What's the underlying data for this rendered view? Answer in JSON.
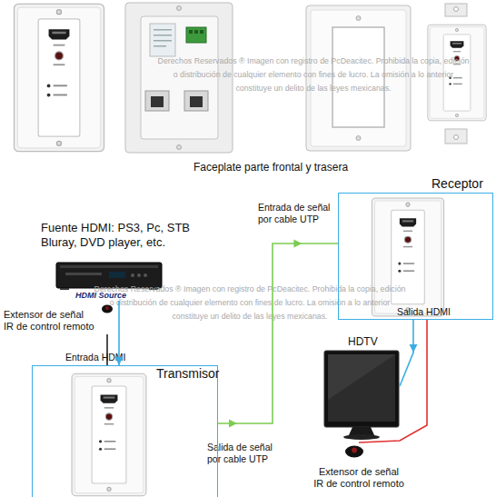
{
  "diagram": {
    "caption": "Faceplate parte frontal y trasera",
    "nodes": [
      {
        "text": [
          "Fuente HDMI: PS3, Pc, STB Bluray, DVD player, etc.",
          "HDMI Source"
        ]
      },
      {
        "text": [
          "Extensor de señal IR de control remoto"
        ]
      },
      {
        "text": [
          "Transmisor"
        ]
      },
      {
        "text": [
          "Receptor"
        ]
      },
      {
        "text": [
          "HDTV"
        ]
      },
      {
        "text": [
          "Extensor de señal IR de control remoto"
        ]
      }
    ],
    "edges": [
      {
        "from": 0,
        "to": 2,
        "arrow": "to",
        "label": "Entrada HDMI"
      },
      {
        "from": 1,
        "to": 2,
        "arrow": "none"
      },
      {
        "from": 2,
        "to": 3,
        "arrow": "to"
      },
      {
        "from": 3,
        "to": 4,
        "arrow": "to",
        "label": "Salida HDMI"
      },
      {
        "from": 3,
        "to": 5,
        "arrow": "none"
      }
    ],
    "labels": [
      "Derechos Reservados ® Imagen con registro de PcDeacitec. Prohibida la copia, edición o distribución de cualquier elemento con fines de lucro. La omisión a lo anterior constituye un delito de las leyes mexicanas.",
      "Derechos Reservados ® Imagen con registro de PcDeacitec. Prohibida la copia, edición o distribución de cualquier elemento con fines de lucro. La omisión a lo anterior constituye un delito de las leyes mexicanas.",
      "Salida de señal por cable UTP",
      "Entrada de señal por cable UTP"
    ]
  }
}
